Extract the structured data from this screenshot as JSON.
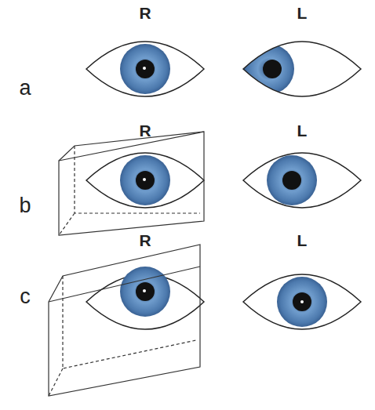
{
  "diagram": {
    "labels": [
      "R",
      "L",
      "a",
      "R",
      "L",
      "b",
      "R",
      "L",
      "c"
    ]
  }
}
